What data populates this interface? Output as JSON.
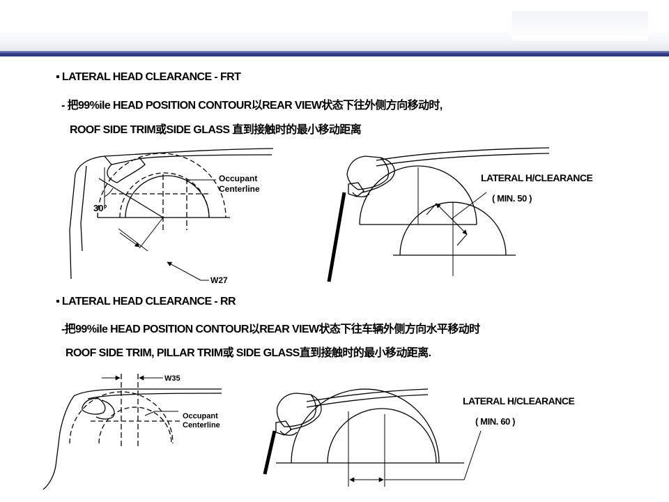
{
  "section_frt": {
    "heading": "▪ LATERAL HEAD CLEARANCE - FRT",
    "line1": "- 把99%ile HEAD POSITION CONTOUR以REAR VIEW状态下往外侧方向移动时,",
    "line2": "ROOF SIDE TRIM或SIDE GLASS 直到接触时的最小移动距离"
  },
  "section_rr": {
    "heading": "▪ LATERAL HEAD CLEARANCE - RR",
    "line1": "-把99%ile HEAD POSITION CONTOUR以REAR VIEW状态下往车辆外侧方向水平移动时",
    "line2": "ROOF SIDE TRIM, PILLAR TRIM或 SIDE GLASS直到接触时的最小移动距离."
  },
  "figure_frt_left": {
    "occupant_line1": "Occupant",
    "occupant_line2": "Centerline",
    "angle_label": "30°",
    "dimension_label": "W27"
  },
  "figure_frt_right": {
    "clearance_label": "LATERAL H/CLEARANCE",
    "min_label": "( MIN. 50 )"
  },
  "figure_rr_left": {
    "occupant_line1": "Occupant",
    "occupant_line2": "Centerline",
    "dimension_label": "W35"
  },
  "figure_rr_right": {
    "clearance_label": "LATERAL H/CLEARANCE",
    "min_label": "( MIN. 60 )"
  }
}
